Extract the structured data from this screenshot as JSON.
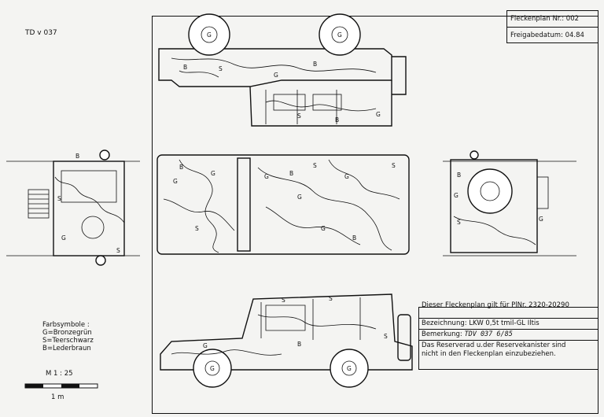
{
  "doc_id": "TD v 037",
  "title_block": {
    "plan_no_label": "Fleckenplan Nr.:",
    "plan_no": "002",
    "release_label": "Freigabedatum:",
    "release_date": "04.84"
  },
  "info_block": {
    "valid_for": "Dieser Fleckenplan gilt für PlNr. 2320-20290",
    "designation_label": "Bezeichnung:",
    "designation": "LKW 0,5t tmil-GL   Iltis",
    "remark_label": "Bemerkung:",
    "remark": "TDV 037  6/85",
    "note_line1": "Das Reserverad u.der Reservekanister sind",
    "note_line2": "nicht in den Fleckenplan einzubeziehen."
  },
  "legend": {
    "title": "Farbsymbole :",
    "items": [
      "G=Bronzegrün",
      "S=Teerschwarz",
      "B=Lederbraun"
    ]
  },
  "scale": {
    "ratio": "M 1 : 25",
    "bar_label": "1 m"
  },
  "patch_letters": {
    "green": "G",
    "black": "S",
    "brown": "B"
  },
  "colors": {
    "ink": "#111111",
    "paper": "#f4f4f2"
  }
}
